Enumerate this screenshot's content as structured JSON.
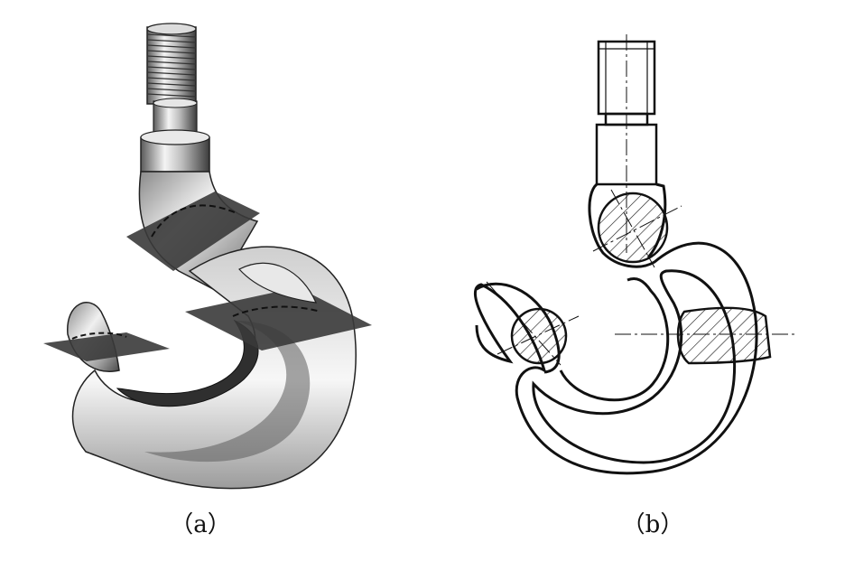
{
  "panels": [
    {
      "id": "a",
      "caption": "（a）"
    },
    {
      "id": "b",
      "caption": "（b）"
    }
  ]
}
